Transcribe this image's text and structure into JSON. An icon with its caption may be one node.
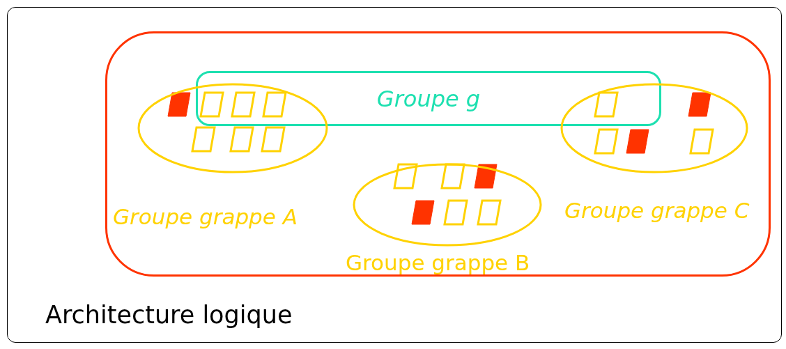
{
  "diagram": {
    "nodes": [
      {
        "text": [
          "Architecture logique"
        ]
      },
      {
        "text": [],
        "shape": "box",
        "in": 0
      },
      {
        "text": [
          "Groupe g"
        ],
        "in": 1
      },
      {
        "text": [
          "Groupe grappe A"
        ],
        "in": 1
      },
      {
        "text": [
          "Groupe grappe B"
        ],
        "in": 1
      },
      {
        "text": [
          "Groupe grappe C"
        ],
        "in": 1
      }
    ]
  }
}
